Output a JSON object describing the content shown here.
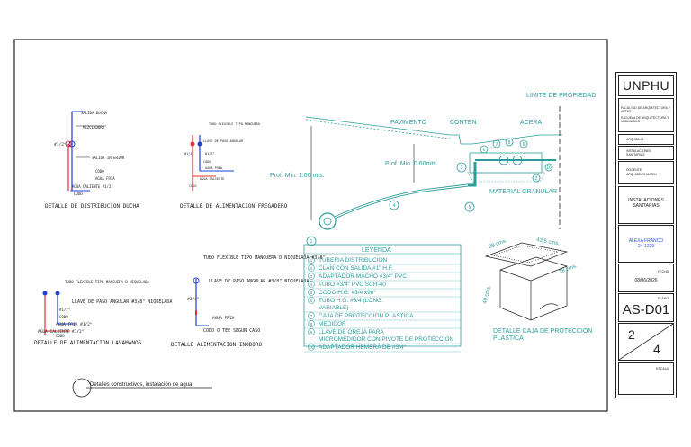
{
  "title_block": {
    "institution": "UNPHU",
    "faculty": "FACULTAD DE ARQUITECTURA Y ARTES",
    "school": "ESCUELA DE ARQUITECTURA Y URBANISMO",
    "course_code": "ARQ-384-01",
    "course_name": "INSTALACIONES SANITARIAS",
    "teacher_label": "DOCENTE:",
    "teacher": "ARQ. ADDYS MARIN",
    "subject": "INSTALACIONES SANITARIAS",
    "student_name": "ALEXA FRANCO",
    "student_id": "24-1229",
    "date_label": "FECHA:",
    "date": "08/06/2026",
    "plan_label": "PLANO:",
    "sheet_code": "AS-D01",
    "sheet_number": "2",
    "sheet_total": "4",
    "scale_label": "ESCALA:"
  },
  "caption": "Detalles constructivos, instalación de agua",
  "details": {
    "shower": {
      "title": "DETALLE DE DISTRIBUCION DUCHA",
      "labels": [
        "SALIDA DUCHA",
        "MEZCLADORA",
        "#1/2\"",
        "SALIDA INFERIOR",
        "CODO",
        "AGUA FRIA",
        "AGUA CALIENTE #1/2\"",
        "CODO"
      ]
    },
    "sink": {
      "title": "DETALLE DE ALIMENTACION FREGADERO",
      "labels": [
        "TUBO FLEXIBLE TIPO MANGUERA",
        "LLAVE DE PASO ANGULAR",
        "#1/2\"",
        "#1/2\"",
        "CODO",
        "AGUA FRIA",
        "AGUA CALIENTE",
        "CODO"
      ]
    },
    "lavatory": {
      "title": "DETALLE DE ALIMENTACION LAVAMANOS",
      "labels": [
        "TUBO FLEXIBLE TIPO MANGUERA D NIQUELADA",
        "LLAVE DE PASO ANGULAR #3/8\" NIQUELADA",
        "#1/2\"",
        "CODO",
        "AGUA FRIA #1/2\"",
        "AGUA CALIENTE #1/2\"",
        "CODO"
      ]
    },
    "toilet": {
      "title": "DETALLE ALIMENTACION INODORO",
      "labels": [
        "TUBO FLEXIBLE TIPO MANGUERA D NIQUELADA #3/8\"",
        "LLAVE DE PASO ANGULAR #3/8\" NIQUELADA",
        "#3/4\"",
        "AGUA FRIA",
        "CODO O TEE SEGUN CASO"
      ]
    },
    "meter": {
      "labels": [
        "LIMITE DE PROPIEDAD",
        "PAVIMENTO",
        "CONTEN",
        "ACERA",
        "Prof. Min. 0.60mts.",
        "Prof. Min. 1.00 mts.",
        "MATERIAL GRANULAR"
      ],
      "legend_title": "LEYENDA",
      "legend": [
        {
          "n": "1",
          "text": "TUBERIA DISTRIBUCION"
        },
        {
          "n": "2",
          "text": "CLAN CON SALIDA #1\" H.F."
        },
        {
          "n": "3",
          "text": "ADAPTADOR MACHO #3/4\" PVC"
        },
        {
          "n": "4",
          "text": "TUBO #3/4\" PVC SCH-40"
        },
        {
          "n": "5",
          "text": "CODO H.G. #3/4 x90°"
        },
        {
          "n": "6",
          "text": "TUBO H.G. #3/4 (LONG. VARIABLE)"
        },
        {
          "n": "7",
          "text": "CAJA DE PROTECCION PLASTICA"
        },
        {
          "n": "8",
          "text": "MEDIDOR"
        },
        {
          "n": "9",
          "text": "LLAVE DE OREJA PARA MICROMEDIDOR CON PIVOTE DE PROTECCION"
        },
        {
          "n": "10",
          "text": "ADAPTADOR HEMBRA DE #3/4\""
        }
      ],
      "box_title": "DETALLE CAJA DE PROTECCION PLASTICA",
      "dims": [
        "29 cms.",
        "43.5 cms.",
        "18 cms.",
        "40 cms."
      ]
    }
  },
  "colors": {
    "ink": "#222222",
    "cyan": "#2a9d9a",
    "red": "#e03030",
    "blue": "#2040d0",
    "student": "#3050e0"
  }
}
